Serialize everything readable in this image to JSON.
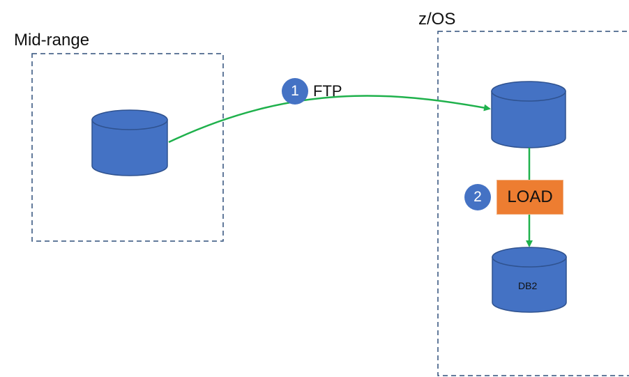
{
  "regions": {
    "midrange": {
      "label": "Mid-range"
    },
    "zos": {
      "label": "z/OS"
    }
  },
  "steps": {
    "ftp": {
      "number": "1",
      "label": "FTP"
    },
    "load": {
      "number": "2",
      "label": "LOAD"
    }
  },
  "databases": {
    "target": {
      "label": "DB2"
    }
  },
  "colors": {
    "cylinder_fill": "#4472c4",
    "cylinder_stroke": "#2f528f",
    "arrow": "#1fb14c",
    "load_fill": "#ed7d31",
    "dashed_border": "#2f4f7a",
    "badge_fill": "#4472c4"
  }
}
